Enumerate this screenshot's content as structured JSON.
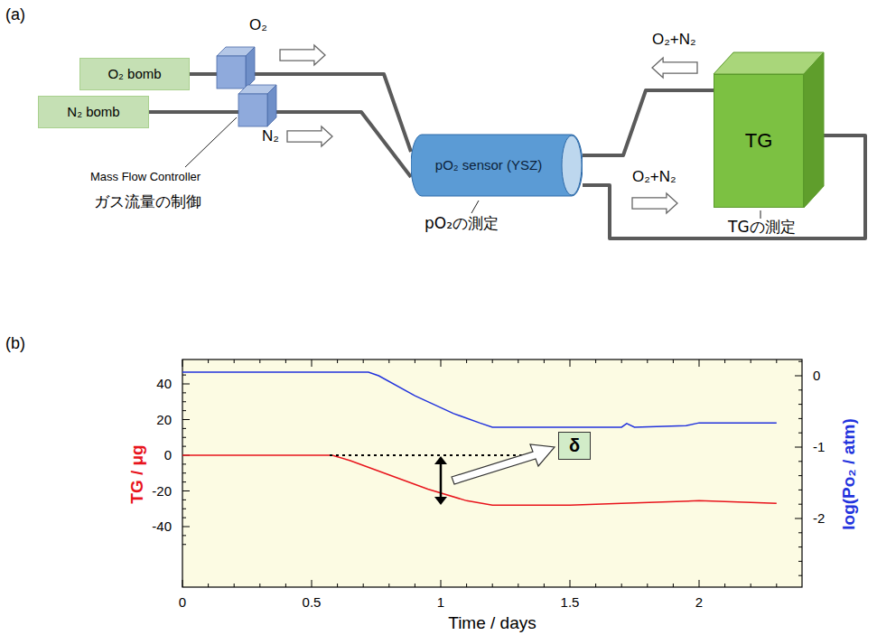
{
  "diagram": {
    "nodes": [
      {
        "text": [
          "O₂ bomb"
        ]
      },
      {
        "text": [
          "N₂ bomb"
        ]
      },
      {
        "text": [
          "pO₂ sensor (YSZ)"
        ]
      },
      {
        "text": [
          "TG"
        ]
      },
      {
        "text": [
          "δ"
        ]
      }
    ],
    "edges": [
      {
        "from": 0,
        "to": 2,
        "arrow": "none"
      },
      {
        "from": 1,
        "to": 2,
        "arrow": "none"
      },
      {
        "from": 2,
        "to": 3,
        "arrow": "none"
      },
      {
        "from": 2,
        "to": 3,
        "arrow": "none"
      }
    ],
    "labels": [
      "(a)",
      "O₂",
      "N₂",
      "O₂+N₂",
      "O₂+N₂",
      "Mass Flow Controller",
      "ガス流量の制御",
      "pO₂の測定",
      "TGの測定",
      "(b)",
      "40",
      "20",
      "0",
      "-20",
      "-40",
      "0",
      "-1",
      "-2",
      "0",
      "0.5",
      "1",
      "1.5",
      "2",
      "TG / μg",
      "log(Po₂ / atm)",
      "Time / days"
    ]
  }
}
